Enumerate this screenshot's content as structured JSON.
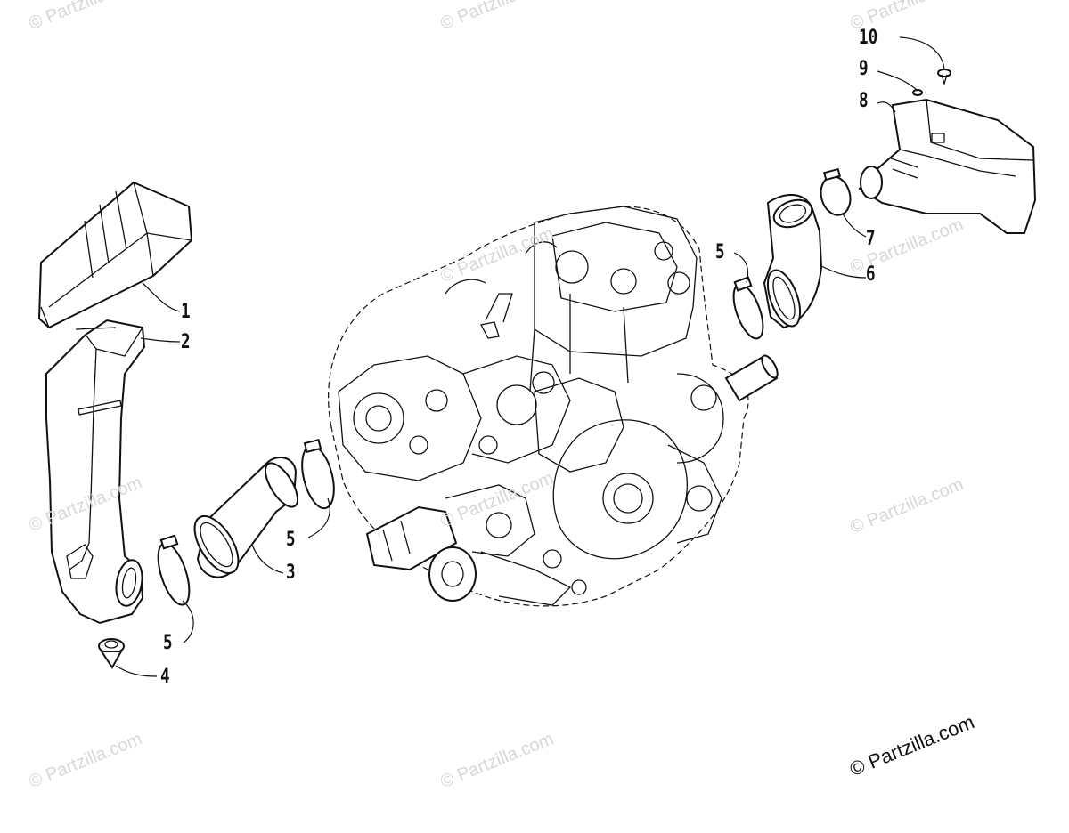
{
  "callouts": {
    "c1": "1",
    "c2": "2",
    "c3": "3",
    "c4": "4",
    "c5_lower": "5",
    "c5_middle": "5",
    "c5_upper": "5",
    "c6": "6",
    "c7": "7",
    "c8": "8",
    "c9": "9",
    "c10": "10"
  },
  "watermark": {
    "faint_text": "© Partzilla.com",
    "main_text": "© Partzilla.com"
  }
}
